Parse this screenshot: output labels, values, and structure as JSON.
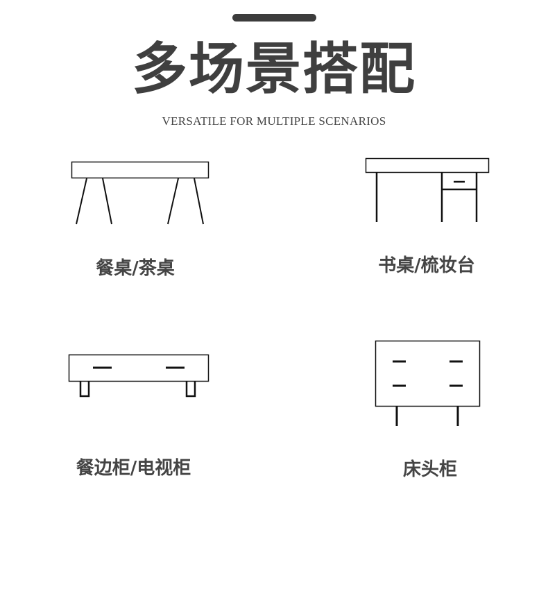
{
  "header": {
    "title": "多场景搭配",
    "subtitle": "VERSATILE FOR MULTIPLE SCENARIOS"
  },
  "scenarios": [
    {
      "label": "餐桌/茶桌",
      "icon": "dining-table-icon"
    },
    {
      "label": "书桌/梳妆台",
      "icon": "desk-icon"
    },
    {
      "label": "餐边柜/电视柜",
      "icon": "sideboard-icon"
    },
    {
      "label": "床头柜",
      "icon": "nightstand-icon"
    }
  ],
  "colors": {
    "title": "#3f3f3f",
    "text": "#444444",
    "line": "#111111",
    "accent_bar": "#3c3c3c"
  }
}
